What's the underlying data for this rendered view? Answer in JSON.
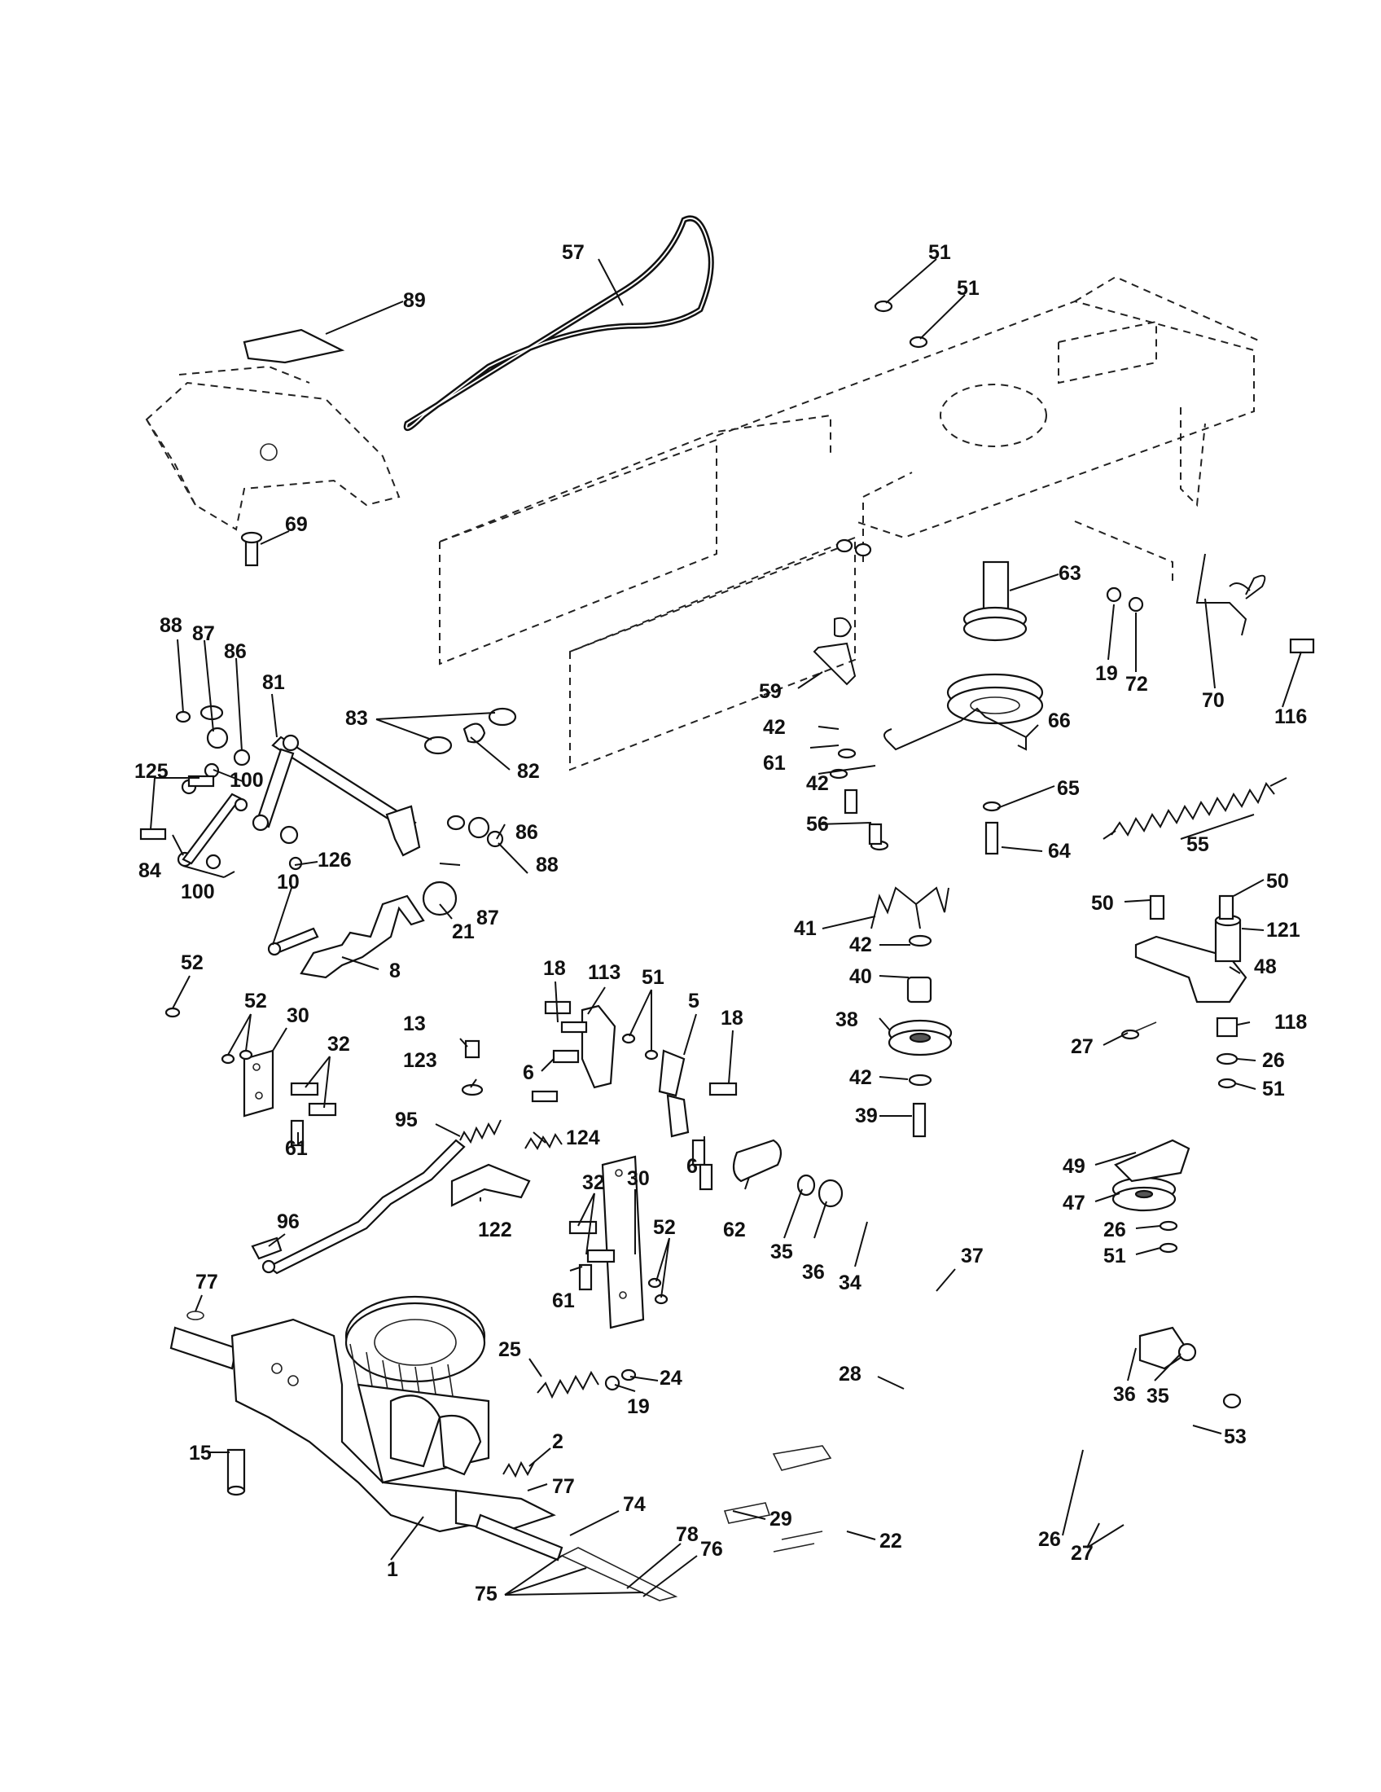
{
  "diagram": {
    "callouts": [
      {
        "id": "c57",
        "text": "57"
      },
      {
        "id": "c51a",
        "text": "51"
      },
      {
        "id": "c51b",
        "text": "51"
      },
      {
        "id": "c89",
        "text": "89"
      },
      {
        "id": "c69",
        "text": "69"
      },
      {
        "id": "c63",
        "text": "63"
      },
      {
        "id": "c19a",
        "text": "19"
      },
      {
        "id": "c72",
        "text": "72"
      },
      {
        "id": "c70",
        "text": "70"
      },
      {
        "id": "c116",
        "text": "116"
      },
      {
        "id": "c88a",
        "text": "88"
      },
      {
        "id": "c87a",
        "text": "87"
      },
      {
        "id": "c86a",
        "text": "86"
      },
      {
        "id": "c81",
        "text": "81"
      },
      {
        "id": "c83",
        "text": "83"
      },
      {
        "id": "c82",
        "text": "82"
      },
      {
        "id": "c125",
        "text": "125"
      },
      {
        "id": "c100a",
        "text": "100"
      },
      {
        "id": "c126",
        "text": "126"
      },
      {
        "id": "c84",
        "text": "84"
      },
      {
        "id": "c100b",
        "text": "100"
      },
      {
        "id": "c86b",
        "text": "86"
      },
      {
        "id": "c88b",
        "text": "88"
      },
      {
        "id": "c87b",
        "text": "87"
      },
      {
        "id": "c10",
        "text": "10"
      },
      {
        "id": "c21",
        "text": "21"
      },
      {
        "id": "c8",
        "text": "8"
      },
      {
        "id": "c59",
        "text": "59"
      },
      {
        "id": "c42a",
        "text": "42"
      },
      {
        "id": "c61a",
        "text": "61"
      },
      {
        "id": "c42b",
        "text": "42"
      },
      {
        "id": "c56",
        "text": "56"
      },
      {
        "id": "c66",
        "text": "66"
      },
      {
        "id": "c65",
        "text": "65"
      },
      {
        "id": "c64",
        "text": "64"
      },
      {
        "id": "c55",
        "text": "55"
      },
      {
        "id": "c41",
        "text": "41"
      },
      {
        "id": "c42c",
        "text": "42"
      },
      {
        "id": "c40",
        "text": "40"
      },
      {
        "id": "c38",
        "text": "38"
      },
      {
        "id": "c42d",
        "text": "42"
      },
      {
        "id": "c39",
        "text": "39"
      },
      {
        "id": "c50a",
        "text": "50"
      },
      {
        "id": "c50b",
        "text": "50"
      },
      {
        "id": "c121",
        "text": "121"
      },
      {
        "id": "c48",
        "text": "48"
      },
      {
        "id": "c118",
        "text": "118"
      },
      {
        "id": "c27a",
        "text": "27"
      },
      {
        "id": "c26a",
        "text": "26"
      },
      {
        "id": "c51c",
        "text": "51"
      },
      {
        "id": "c49",
        "text": "49"
      },
      {
        "id": "c47",
        "text": "47"
      },
      {
        "id": "c26b",
        "text": "26"
      },
      {
        "id": "c51d",
        "text": "51"
      },
      {
        "id": "c52a",
        "text": "52"
      },
      {
        "id": "c52b",
        "text": "52"
      },
      {
        "id": "c30a",
        "text": "30"
      },
      {
        "id": "c32a",
        "text": "32"
      },
      {
        "id": "c61b",
        "text": "61"
      },
      {
        "id": "c18a",
        "text": "18"
      },
      {
        "id": "c113",
        "text": "113"
      },
      {
        "id": "c51e",
        "text": "51"
      },
      {
        "id": "c5",
        "text": "5"
      },
      {
        "id": "c18b",
        "text": "18"
      },
      {
        "id": "c13",
        "text": "13"
      },
      {
        "id": "c123",
        "text": "123"
      },
      {
        "id": "c6a",
        "text": "6"
      },
      {
        "id": "c95",
        "text": "95"
      },
      {
        "id": "c124",
        "text": "124"
      },
      {
        "id": "c6b",
        "text": "6"
      },
      {
        "id": "c122",
        "text": "122"
      },
      {
        "id": "c96",
        "text": "96"
      },
      {
        "id": "c62",
        "text": "62"
      },
      {
        "id": "c35a",
        "text": "35"
      },
      {
        "id": "c36a",
        "text": "36"
      },
      {
        "id": "c34",
        "text": "34"
      },
      {
        "id": "c37",
        "text": "37"
      },
      {
        "id": "c32b",
        "text": "32"
      },
      {
        "id": "c30b",
        "text": "30"
      },
      {
        "id": "c52c",
        "text": "52"
      },
      {
        "id": "c61c",
        "text": "61"
      },
      {
        "id": "c77a",
        "text": "77"
      },
      {
        "id": "c25",
        "text": "25"
      },
      {
        "id": "c24",
        "text": "24"
      },
      {
        "id": "c19b",
        "text": "19"
      },
      {
        "id": "c28",
        "text": "28"
      },
      {
        "id": "c36b",
        "text": "36"
      },
      {
        "id": "c35b",
        "text": "35"
      },
      {
        "id": "c53",
        "text": "53"
      },
      {
        "id": "c15",
        "text": "15"
      },
      {
        "id": "c2",
        "text": "2"
      },
      {
        "id": "c77b",
        "text": "77"
      },
      {
        "id": "c74",
        "text": "74"
      },
      {
        "id": "c29",
        "text": "29"
      },
      {
        "id": "c22",
        "text": "22"
      },
      {
        "id": "c78",
        "text": "78"
      },
      {
        "id": "c76",
        "text": "76"
      },
      {
        "id": "c1",
        "text": "1"
      },
      {
        "id": "c75",
        "text": "75"
      },
      {
        "id": "c26c",
        "text": "26"
      },
      {
        "id": "c27b",
        "text": "27"
      }
    ]
  }
}
